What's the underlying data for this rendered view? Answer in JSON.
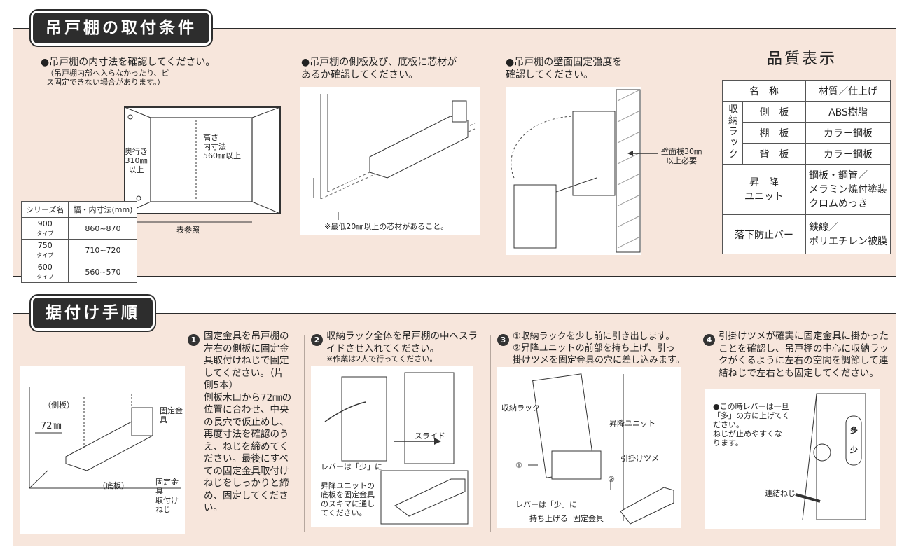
{
  "section1": {
    "title": "吊戸棚の取付条件",
    "item1": "●吊戸棚の内寸法を確認してください。",
    "item1_note": "（吊戸棚内部へ入らなかったり、ビ\nス固定できない場合があります。）",
    "item2": "●吊戸棚の側板及び、底板に芯材が\nあるか確認してください。",
    "item2_note": "※最低20㎜以上の芯材があること。",
    "item3": "●吊戸棚の壁面固定強度を\n確認してください。",
    "item3_label": "壁面桟30㎜\n以上必要",
    "cabinet": {
      "depth_label": "奥行き\n310㎜\n以上",
      "height_label": "高さ\n内寸法\n560㎜以上",
      "width_label": "表参照"
    },
    "size_table": {
      "headers": [
        "シリーズ名",
        "幅・内寸法(mm)"
      ],
      "rows": [
        {
          "series": "900",
          "type": "タイプ",
          "range": "860~870"
        },
        {
          "series": "750",
          "type": "タイプ",
          "range": "710~720"
        },
        {
          "series": "600",
          "type": "タイプ",
          "range": "560~570"
        }
      ]
    },
    "quality": {
      "title": "品質表示",
      "col_name": "名　称",
      "col_material": "材質／仕上げ",
      "group1": "収納ラック",
      "rows": [
        {
          "name": "側　板",
          "material": "ABS樹脂"
        },
        {
          "name": "棚　板",
          "material": "カラー鋼板"
        },
        {
          "name": "背　板",
          "material": "カラー鋼板"
        }
      ],
      "unit_name": "昇　降\nユニット",
      "unit_material": "鋼板・鋼管／\nメラミン焼付塗装\nクロムめっき",
      "bar_name": "落下防止バー",
      "bar_material": "鉄線／\nポリエチレン被膜"
    }
  },
  "section2": {
    "title": "据付け手順",
    "step1": {
      "num": "1",
      "text": "固定金具を吊戸棚の\n左右の側板に固定金\n具取付けねじで固定\nしてください。（片\n側5本）\n側板木口から72㎜の\n位置に合わせ、中央\nの長穴で仮止めし、\n再度寸法を確認のう\nえ、ねじを締めてく\nださい。最後にすべ\nての固定金具取付け\nねじをしっかりと締\nめ、固定してくださ\nい。",
      "label_side": "（側板）",
      "label_bottom": "（底板）",
      "label_72": "72㎜",
      "label_bracket": "固定金具",
      "label_screw": "固定金具\n取付けねじ"
    },
    "step2": {
      "num": "2",
      "text": "収納ラック全体を吊戸棚の中へスラ\nイドさせ入れてください。",
      "note": "※作業は2人で行ってください。",
      "label_slide": "スライド",
      "label_lever": "レバーは「少」に",
      "label_gap": "昇降ユニットの\n底板を固定金具\nのスキマに通し\nてください。"
    },
    "step3": {
      "num": "3",
      "text": "①収納ラックを少し前に引き出します。\n②昇降ユニットの前部を持ち上げ、引っ\n掛けツメを固定金具の穴に差し込みます。",
      "label_rack": "収納ラック",
      "label_unit": "昇降ユニット",
      "label_claw": "引掛けツメ",
      "label_lever": "レバーは「少」に",
      "label_lift": "持ち上げる",
      "label_bracket": "固定金具",
      "m1": "①",
      "m2": "②"
    },
    "step4": {
      "num": "4",
      "text": "引掛けツメが確実に固定金具に掛かった\nことを確認し、吊戸棚の中心に収納ラッ\nクがくるように左右の空間を調節して連\n結ねじで左右とも固定してください。",
      "note": "●この時レバーは一旦\n「多」の方に上げてく\nださい。\nねじが止めやすくな\nります。",
      "label_screw": "連結ねじ",
      "lever_mark": "多",
      "lever_mark2": "少"
    }
  }
}
